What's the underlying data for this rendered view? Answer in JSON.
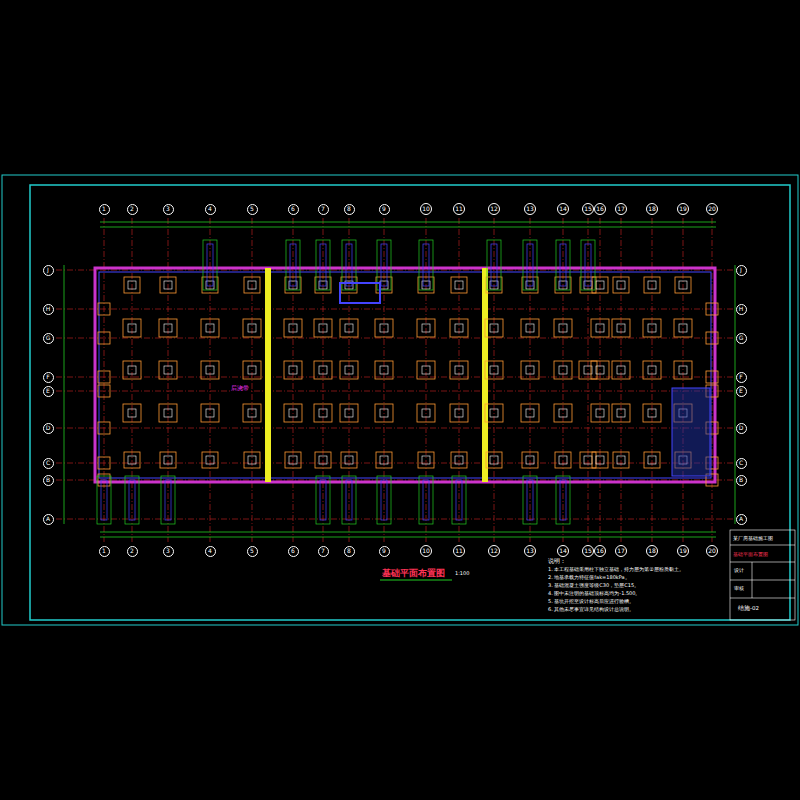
{
  "diagram": {
    "title": "基础平面布置图",
    "nodes": [
      {
        "text": [
          "1"
        ]
      },
      {
        "text": [
          "2"
        ]
      },
      {
        "text": [
          "3"
        ]
      },
      {
        "text": [
          "4"
        ]
      },
      {
        "text": [
          "5"
        ]
      },
      {
        "text": [
          "6"
        ]
      },
      {
        "text": [
          "7"
        ]
      },
      {
        "text": [
          "8"
        ]
      },
      {
        "text": [
          "9"
        ]
      },
      {
        "text": [
          "10"
        ]
      },
      {
        "text": [
          "11"
        ]
      },
      {
        "text": [
          "12"
        ]
      },
      {
        "text": [
          "13"
        ]
      },
      {
        "text": [
          "14"
        ]
      },
      {
        "text": [
          "15"
        ]
      },
      {
        "text": [
          "16"
        ]
      },
      {
        "text": [
          "17"
        ]
      },
      {
        "text": [
          "18"
        ]
      },
      {
        "text": [
          "19"
        ]
      },
      {
        "text": [
          "20"
        ]
      },
      {
        "text": [
          "J"
        ]
      },
      {
        "text": [
          "J"
        ]
      },
      {
        "text": [
          "H"
        ]
      },
      {
        "text": [
          "H"
        ]
      },
      {
        "text": [
          "G"
        ]
      },
      {
        "text": [
          "G"
        ]
      },
      {
        "text": [
          "F"
        ]
      },
      {
        "text": [
          "F"
        ]
      },
      {
        "text": [
          "E"
        ]
      },
      {
        "text": [
          "E"
        ]
      },
      {
        "text": [
          "D"
        ]
      },
      {
        "text": [
          "D"
        ]
      },
      {
        "text": [
          "C"
        ]
      },
      {
        "text": [
          "C"
        ]
      },
      {
        "text": [
          "B"
        ]
      },
      {
        "text": [
          "B"
        ]
      },
      {
        "text": [
          "A"
        ]
      },
      {
        "text": [
          "A"
        ]
      },
      {
        "text": [
          "1"
        ]
      },
      {
        "text": [
          "2"
        ]
      },
      {
        "text": [
          "3"
        ]
      },
      {
        "text": [
          "4"
        ]
      },
      {
        "text": [
          "5"
        ]
      },
      {
        "text": [
          "6"
        ]
      },
      {
        "text": [
          "7"
        ]
      },
      {
        "text": [
          "8"
        ]
      },
      {
        "text": [
          "9"
        ]
      },
      {
        "text": [
          "10"
        ]
      },
      {
        "text": [
          "11"
        ]
      },
      {
        "text": [
          "12"
        ]
      },
      {
        "text": [
          "13"
        ]
      },
      {
        "text": [
          "14"
        ]
      },
      {
        "text": [
          "15"
        ]
      },
      {
        "text": [
          "16"
        ]
      },
      {
        "text": [
          "17"
        ]
      },
      {
        "text": [
          "18"
        ]
      },
      {
        "text": [
          "19"
        ]
      },
      {
        "text": [
          "20"
        ]
      }
    ],
    "labels": [
      "后浇带",
      "1:100",
      "说明：",
      "1. 本工程基础采用柱下独立基础，持力层为第②层粉质黏土。",
      "2. 地基承载力特征值fak=180kPa。",
      "3. 基础混凝土强度等级C30，垫层C15。",
      "4. 图中未注明的基础顶标高均为-1.500。",
      "5. 基坑开挖至设计标高后应进行验槽。",
      "6. 其他未尽事宜详见结构设计总说明。",
      "某厂房基础施工图",
      "基础平面布置图",
      "设计",
      "审核",
      "结施-02"
    ]
  }
}
